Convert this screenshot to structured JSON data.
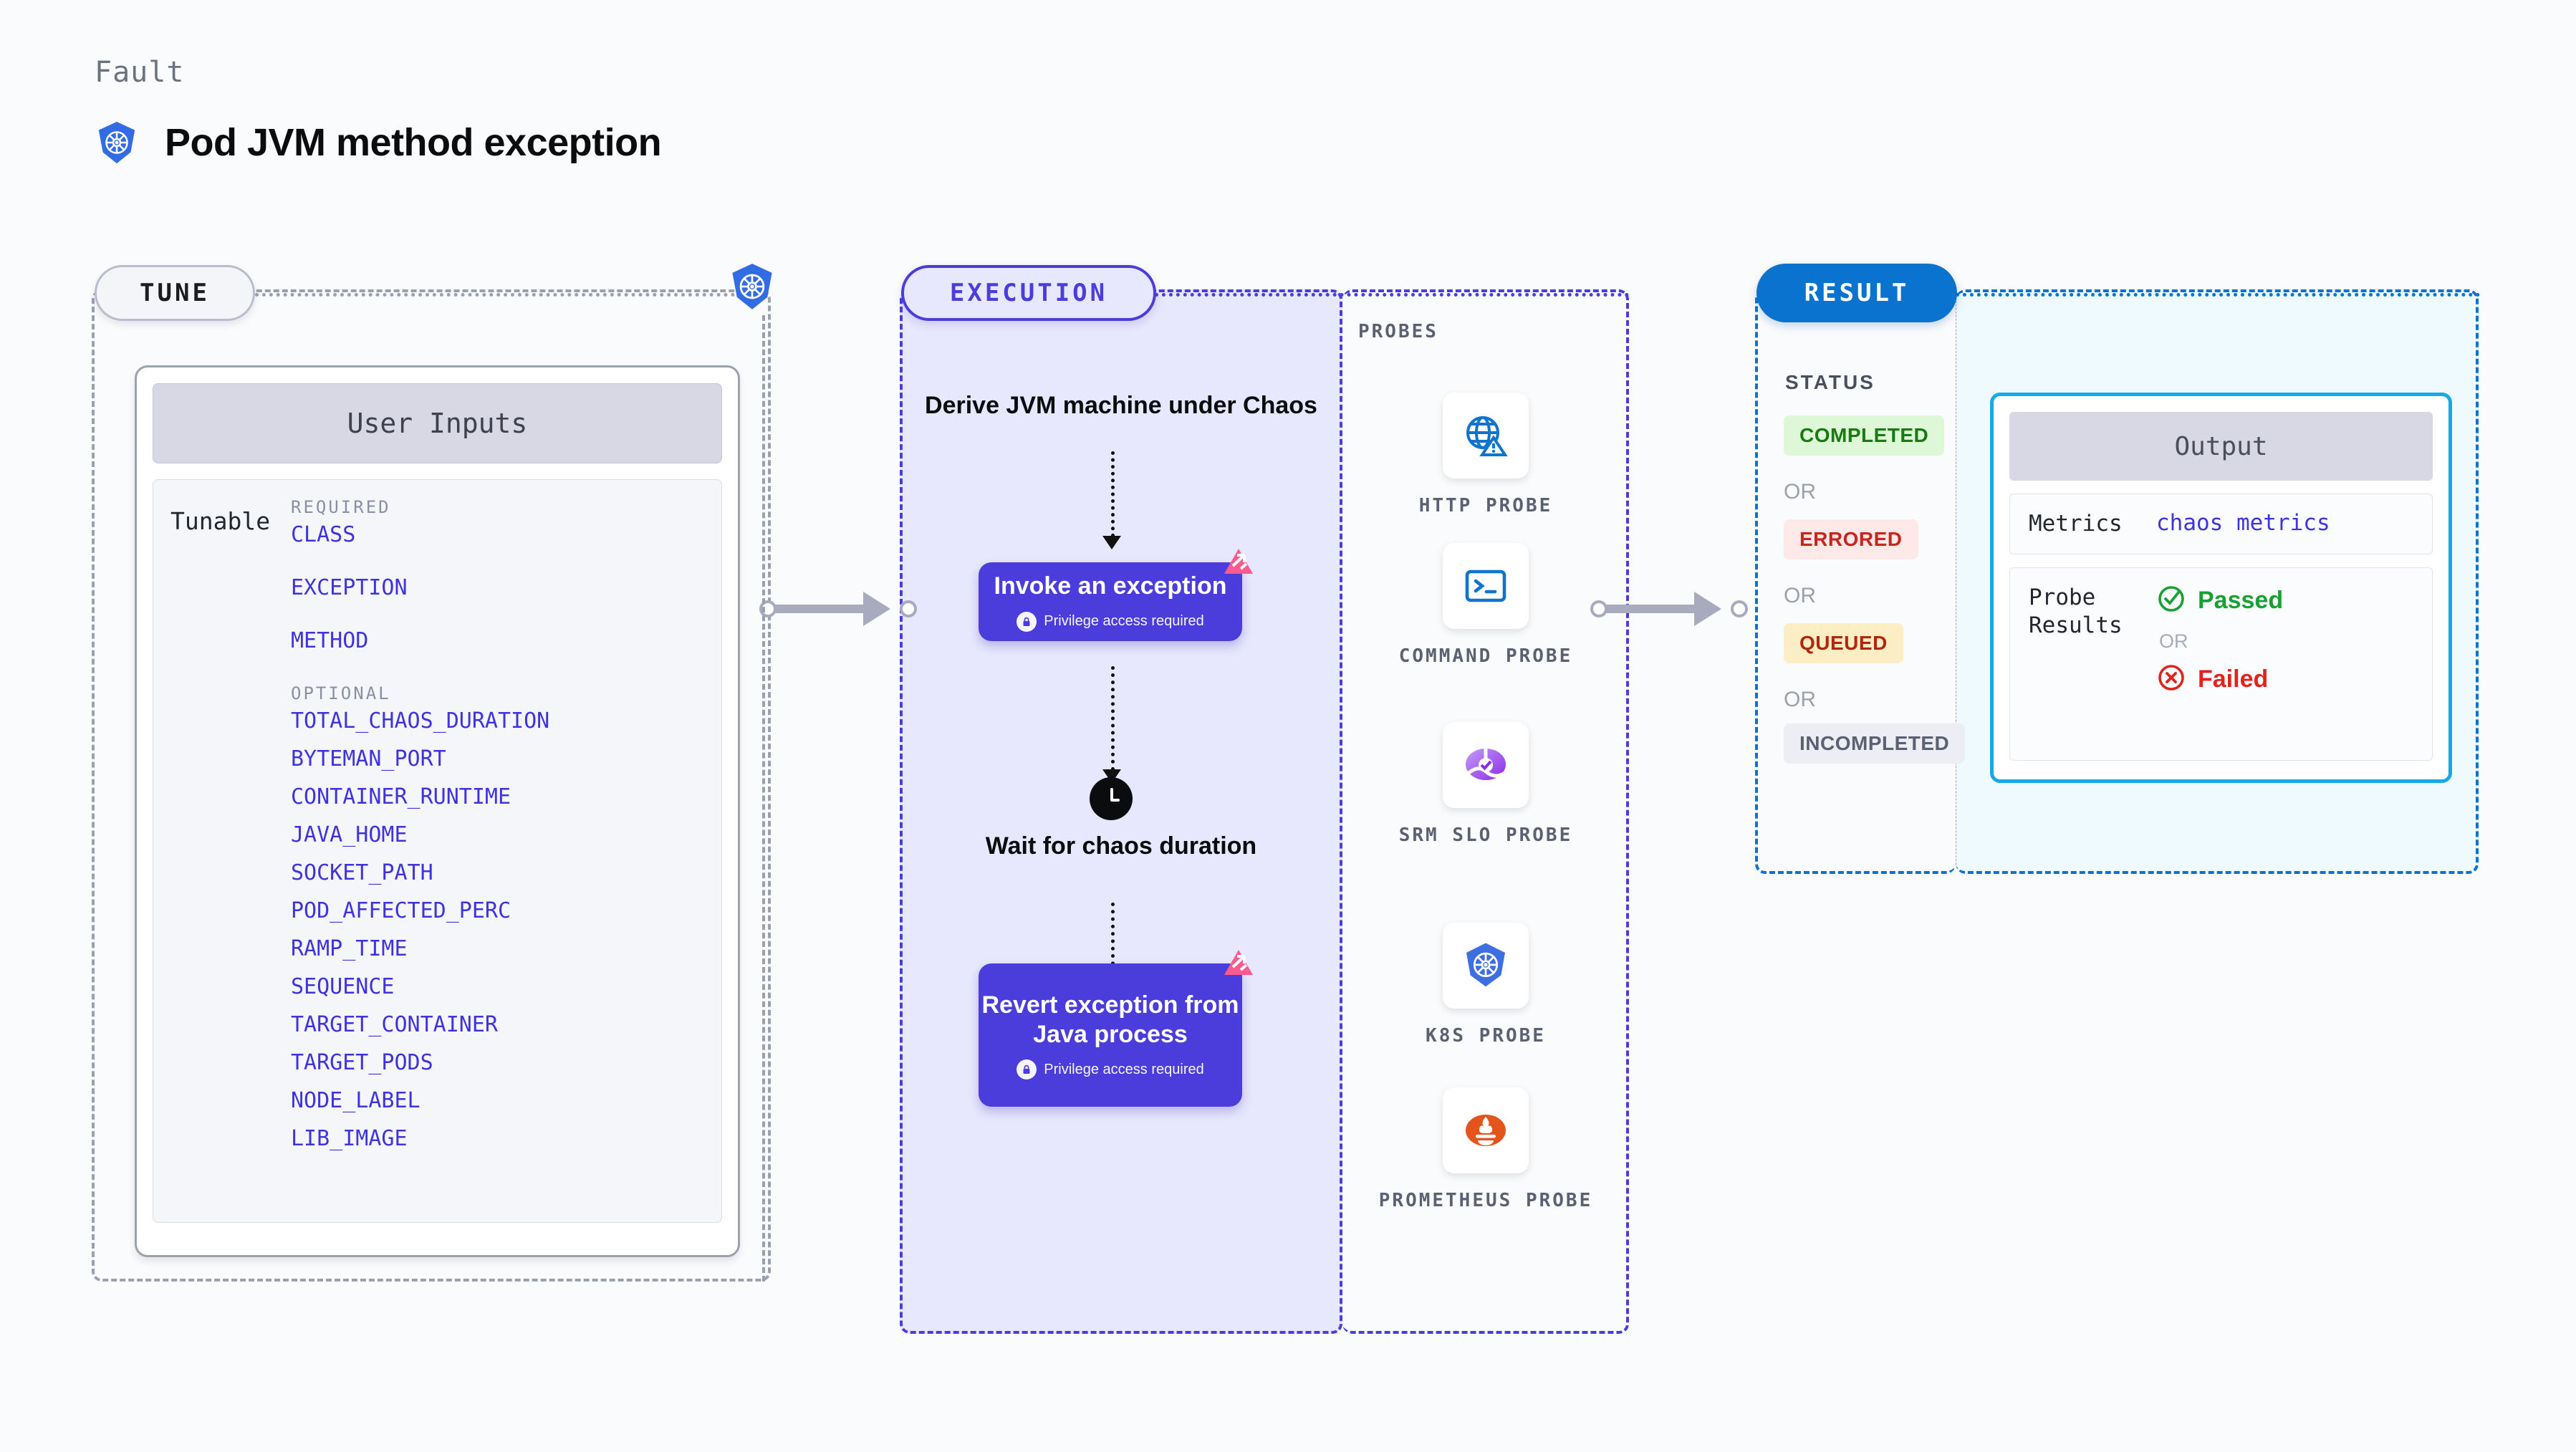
{
  "header": {
    "eyebrow": "Fault",
    "title": "Pod JVM method exception",
    "icon": "kubernetes-icon"
  },
  "colors": {
    "accent_purple": "#4b3ddb",
    "accent_blue": "#0a72cf",
    "accent_cyan": "#17a8e8",
    "k8s_blue": "#326ce5",
    "chaos_pink": "#fd5b8f",
    "param_link": "#3f33e0",
    "muted": "#9aa0ae"
  },
  "stages": {
    "tune": {
      "pill_label": "TUNE"
    },
    "execution": {
      "pill_label": "EXECUTION"
    },
    "result": {
      "pill_label": "RESULT"
    }
  },
  "tune": {
    "card_title": "User Inputs",
    "row_label": "Tunable",
    "required_heading": "REQUIRED",
    "required": [
      "CLASS",
      "EXCEPTION",
      "METHOD"
    ],
    "optional_heading": "OPTIONAL",
    "optional": [
      "TOTAL_CHAOS_DURATION",
      "BYTEMAN_PORT",
      "CONTAINER_RUNTIME",
      "JAVA_HOME",
      "SOCKET_PATH",
      "POD_AFFECTED_PERC",
      "RAMP_TIME",
      "SEQUENCE",
      "TARGET_CONTAINER",
      "TARGET_PODS",
      "NODE_LABEL",
      "LIB_IMAGE"
    ]
  },
  "execution": {
    "step_title": "Derive JVM machine under Chaos",
    "block_1": {
      "title": "Invoke an exception",
      "privilege_note": "Privilege access required",
      "privilege_icon": "lock-icon",
      "corner_mark": "chaos-mark-icon"
    },
    "wait": {
      "icon": "clock-icon",
      "label": "Wait for chaos duration"
    },
    "block_2": {
      "title": "Revert exception from Java process",
      "privilege_note": "Privilege access required",
      "privilege_icon": "lock-icon",
      "corner_mark": "chaos-mark-icon"
    }
  },
  "probes": {
    "heading": "PROBES",
    "items": [
      {
        "name": "HTTP PROBE",
        "icon": "globe-warning-icon"
      },
      {
        "name": "COMMAND PROBE",
        "icon": "terminal-icon"
      },
      {
        "name": "SRM SLO PROBE",
        "icon": "srm-slo-icon"
      },
      {
        "name": "K8S PROBE",
        "icon": "kubernetes-icon"
      },
      {
        "name": "PROMETHEUS PROBE",
        "icon": "prometheus-icon"
      }
    ]
  },
  "result": {
    "status_heading": "STATUS",
    "or_label": "OR",
    "statuses": [
      {
        "label": "COMPLETED"
      },
      {
        "label": "ERRORED"
      },
      {
        "label": "QUEUED"
      },
      {
        "label": "INCOMPLETED"
      }
    ],
    "output": {
      "title": "Output",
      "metrics_key": "Metrics",
      "metrics_value": "chaos metrics",
      "probe_key": "Probe Results",
      "passed_label": "Passed",
      "passed_icon": "check-circle-icon",
      "or_label": "OR",
      "failed_label": "Failed",
      "failed_icon": "x-circle-icon"
    }
  }
}
